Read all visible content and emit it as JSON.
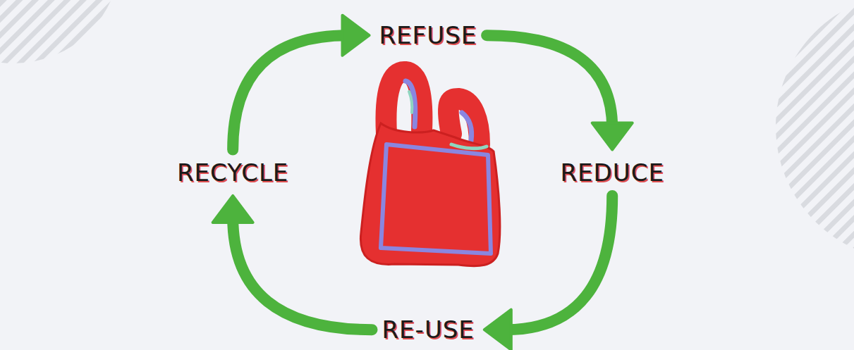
{
  "diagram": {
    "nodes": [
      {
        "text": [
          "REFUSE"
        ]
      },
      {
        "text": [
          "REDUCE"
        ]
      },
      {
        "text": [
          "RE-USE"
        ]
      },
      {
        "text": [
          "RECYCLE"
        ]
      }
    ],
    "edges": [
      {
        "from": 0,
        "to": 1,
        "arrow": "to"
      },
      {
        "from": 1,
        "to": 2,
        "arrow": "to"
      },
      {
        "from": 2,
        "to": 3,
        "arrow": "to"
      },
      {
        "from": 3,
        "to": 0,
        "arrow": "to"
      }
    ]
  }
}
